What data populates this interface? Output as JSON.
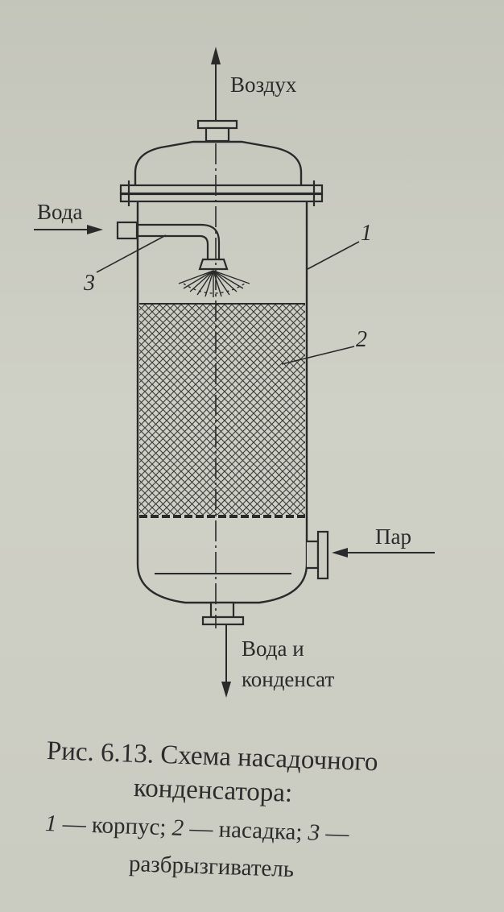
{
  "labels": {
    "air": "Воздух",
    "water_in": "Вода",
    "steam": "Пар",
    "out_line1": "Вода и",
    "out_line2": "конденсат"
  },
  "callouts": {
    "n1": "1",
    "n2": "2",
    "n3": "3"
  },
  "caption": {
    "line1": "Рис. 6.13. Схема насадочного",
    "line2": "конденсатора:",
    "legend_line": {
      "n1": "1",
      "t1": " — корпус; ",
      "n2": "2",
      "t2": " — насадка; ",
      "n3": "3",
      "t3": " —"
    },
    "line4": "разбрызгиватель"
  },
  "colors": {
    "ink": "#2a2a2a",
    "paper": "#cacbc1"
  }
}
